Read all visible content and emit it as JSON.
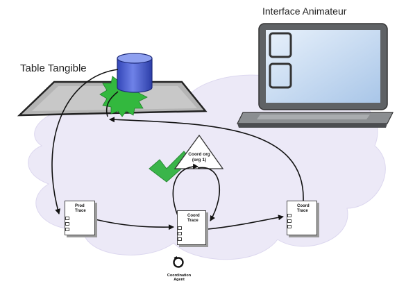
{
  "labels": {
    "table": "Table Tangible",
    "interface": "Interface Animateur"
  },
  "agents": {
    "prod": [
      "Prod",
      "Trace"
    ],
    "coord_mid": [
      "Coord",
      "Trace"
    ],
    "coord_right": [
      "Coord",
      "Trace"
    ]
  },
  "coord_org": [
    "Coord org",
    "(org 1)"
  ],
  "coordination_agent": [
    "Coordination",
    "Agent"
  ],
  "colors": {
    "cloud": "#ece9f7",
    "check": "#3ab54a",
    "cylinder": "#4a5fd0",
    "starburst": "#33b83e",
    "laptop_screen": "#bcd4ee"
  }
}
